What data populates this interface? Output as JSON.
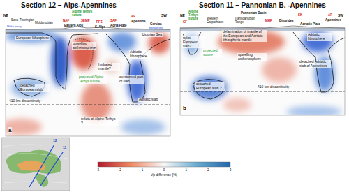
{
  "diagram": {
    "labels": [
      "Section 12 – Alps-Apennines",
      "NE",
      "SW",
      "Saxo-Thuringian",
      "Moldanubian",
      "Alpine Tethys suture",
      "NAF",
      "SEMP",
      "Eastern Alps",
      "PFS",
      "S. Alps",
      "SAF",
      "Adria Plate",
      "AF",
      "Apennine",
      "Corsica",
      "Moho proxy",
      "Moho proxy",
      "European lithosphere",
      "upwelling asthenosphere",
      "Ligurian Sea",
      "Adriatic lithosphere",
      "hydrated mantle?",
      "projected Alpine Tethys suture",
      "overturned part of slab",
      "detached European slab",
      "Adriatic slab",
      "410 km discontinuity",
      "relicts of Alpine Tethys ?",
      "a",
      "Section 11 – Pannonian B. -Apennines",
      "NE",
      "SW",
      "CF",
      "Alpine Tethys suture",
      "Western Carpathians",
      "Pannonian Basin",
      "Transdanubian Range",
      "MHF",
      "Dinarides",
      "SK",
      "Adriatic Plate",
      "AF",
      "Apennines",
      "relict European slab?",
      "projected suture",
      "delamination of mantle of the European and Adriatic lithospheric mantle",
      "upwelling asthenosphere",
      "Adriatic lithosphere",
      "detached Adriatic slab of Apennines",
      "detached European slab ?",
      "410 km discontinuity",
      "b",
      "-3",
      "-2",
      "-1",
      "0",
      "1",
      "2",
      "3",
      "Vp difference [%]",
      "12",
      "11"
    ]
  }
}
